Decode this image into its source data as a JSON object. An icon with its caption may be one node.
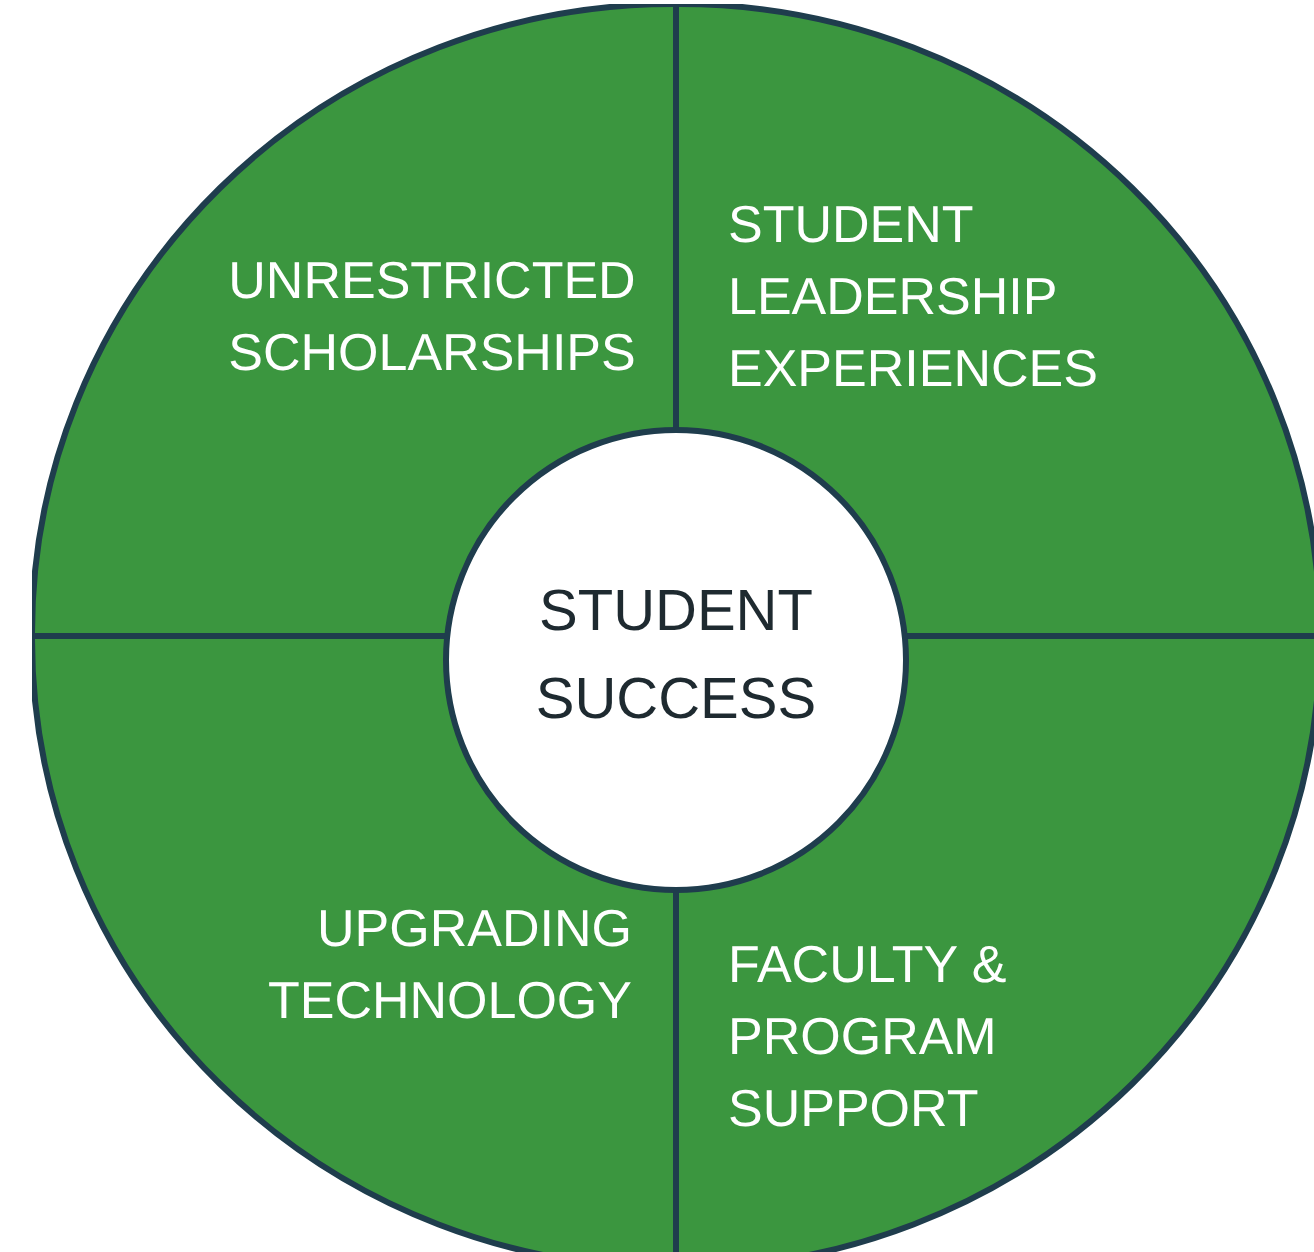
{
  "diagram": {
    "nodes": [
      {
        "text": [
          "UNRESTRICTED SCHOLARSHIPS"
        ]
      },
      {
        "text": [
          "STUDENT LEADERSHIP EXPERIENCES"
        ]
      },
      {
        "text": [
          "STUDENT SUCCESS"
        ]
      },
      {
        "text": [
          "UPGRADING TECHNOLOGY"
        ]
      },
      {
        "text": [
          "FACULTY & PROGRAM SUPPORT"
        ]
      }
    ],
    "edges": []
  }
}
